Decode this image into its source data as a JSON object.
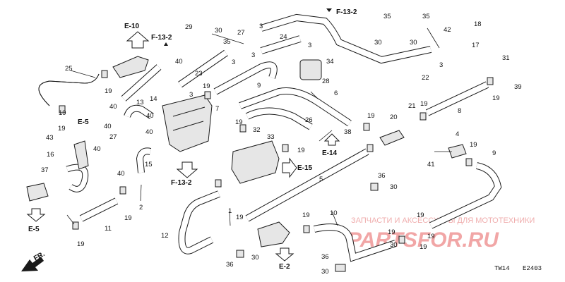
{
  "diagram": {
    "refs": {
      "e10": "E-10",
      "f132_a": "F-13-2",
      "f132_b": "F-13-2",
      "f132_c": "F-13-2",
      "e5_a": "E-5",
      "e5_b": "E-5",
      "e14": "E-14",
      "e15": "E-15",
      "e2": "E-2",
      "fr": "FR."
    },
    "code": {
      "left": "TW14",
      "right": "E2403"
    },
    "watermark": {
      "subtitle": "ЗАПЧАСТИ И АКСЕССУАРЫ ДЛЯ МОТОТЕХНИКИ",
      "brand": "PARTSFOR.RU"
    },
    "callouts": [
      {
        "id": "c25",
        "number": "25"
      },
      {
        "id": "c19a",
        "number": "19"
      },
      {
        "id": "c40a",
        "number": "40"
      },
      {
        "id": "c14",
        "number": "14"
      },
      {
        "id": "c19b",
        "number": "19"
      },
      {
        "id": "c13",
        "number": "13"
      },
      {
        "id": "c40b",
        "number": "40"
      },
      {
        "id": "c40c",
        "number": "40"
      },
      {
        "id": "c40d",
        "number": "40"
      },
      {
        "id": "c19c",
        "number": "19"
      },
      {
        "id": "c43",
        "number": "43"
      },
      {
        "id": "c27a",
        "number": "27"
      },
      {
        "id": "c40e",
        "number": "40"
      },
      {
        "id": "c16",
        "number": "16"
      },
      {
        "id": "c37",
        "number": "37"
      },
      {
        "id": "c15",
        "number": "15"
      },
      {
        "id": "c40f",
        "number": "40"
      },
      {
        "id": "c11",
        "number": "11"
      },
      {
        "id": "c19d",
        "number": "19"
      },
      {
        "id": "c19e",
        "number": "19"
      },
      {
        "id": "c2",
        "number": "2"
      },
      {
        "id": "c12",
        "number": "12"
      },
      {
        "id": "c29",
        "number": "29"
      },
      {
        "id": "c30a",
        "number": "30"
      },
      {
        "id": "c35a",
        "number": "35"
      },
      {
        "id": "c40g",
        "number": "40"
      },
      {
        "id": "c23",
        "number": "23"
      },
      {
        "id": "c3a",
        "number": "3"
      },
      {
        "id": "c27b",
        "number": "27"
      },
      {
        "id": "c3b",
        "number": "3"
      },
      {
        "id": "c24",
        "number": "24"
      },
      {
        "id": "c3c",
        "number": "3"
      },
      {
        "id": "c3d",
        "number": "3"
      },
      {
        "id": "c3e",
        "number": "3"
      },
      {
        "id": "c34",
        "number": "34"
      },
      {
        "id": "c28",
        "number": "28"
      },
      {
        "id": "c9",
        "number": "9"
      },
      {
        "id": "c19f",
        "number": "19"
      },
      {
        "id": "c7",
        "number": "7"
      },
      {
        "id": "c6",
        "number": "6"
      },
      {
        "id": "c26",
        "number": "26"
      },
      {
        "id": "c32",
        "number": "32"
      },
      {
        "id": "c33",
        "number": "33"
      },
      {
        "id": "c38",
        "number": "38"
      },
      {
        "id": "c19g",
        "number": "19"
      },
      {
        "id": "c19h",
        "number": "19"
      },
      {
        "id": "c19i",
        "number": "19"
      },
      {
        "id": "c35b",
        "number": "35"
      },
      {
        "id": "c30b",
        "number": "30"
      },
      {
        "id": "c35c",
        "number": "35"
      },
      {
        "id": "c30c",
        "number": "30"
      },
      {
        "id": "c22",
        "number": "22"
      },
      {
        "id": "c3f",
        "number": "3"
      },
      {
        "id": "c42",
        "number": "42"
      },
      {
        "id": "c18",
        "number": "18"
      },
      {
        "id": "c17",
        "number": "17"
      },
      {
        "id": "c31",
        "number": "31"
      },
      {
        "id": "c39",
        "number": "39"
      },
      {
        "id": "c19j",
        "number": "19"
      },
      {
        "id": "c8",
        "number": "8"
      },
      {
        "id": "c20",
        "number": "20"
      },
      {
        "id": "c21",
        "number": "21"
      },
      {
        "id": "c19k",
        "number": "19"
      },
      {
        "id": "c4",
        "number": "4"
      },
      {
        "id": "c19l",
        "number": "19"
      },
      {
        "id": "c41",
        "number": "41"
      },
      {
        "id": "c9b",
        "number": "9"
      },
      {
        "id": "c36a",
        "number": "36"
      },
      {
        "id": "c30d",
        "number": "30"
      },
      {
        "id": "c5",
        "number": "5"
      },
      {
        "id": "c1",
        "number": "1"
      },
      {
        "id": "c19m",
        "number": "19"
      },
      {
        "id": "c36b",
        "number": "36"
      },
      {
        "id": "c30e",
        "number": "30"
      },
      {
        "id": "c19n",
        "number": "19"
      },
      {
        "id": "c10",
        "number": "10"
      },
      {
        "id": "c19o",
        "number": "19"
      },
      {
        "id": "c19p",
        "number": "19"
      },
      {
        "id": "c36c",
        "number": "36"
      },
      {
        "id": "c30f",
        "number": "30"
      },
      {
        "id": "c19q",
        "number": "19"
      },
      {
        "id": "c19r",
        "number": "19"
      },
      {
        "id": "c30g",
        "number": "30"
      }
    ]
  }
}
